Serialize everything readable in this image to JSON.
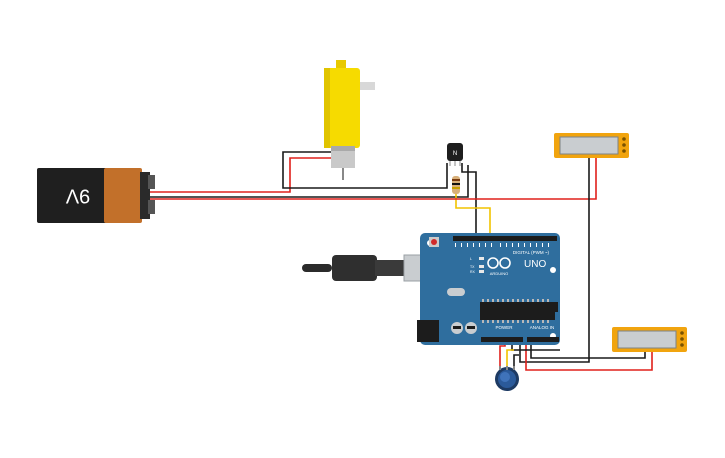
{
  "battery": {
    "label": "9V"
  },
  "arduino": {
    "logo_text": "ARDUINO",
    "model": "UNO",
    "digital_label": "DIGITAL (PWM ~)",
    "power_label": "POWER",
    "analog_label": "ANALOG IN",
    "led_labels": [
      "L",
      "TX",
      "RX"
    ]
  },
  "colors": {
    "wire_red": "#e0201b",
    "wire_black": "#1a1a1a",
    "wire_yellow": "#f2c300",
    "arduino_blue": "#2f6e9e",
    "motor_yellow": "#f6db00",
    "battery_orange": "#c2702a",
    "lcd_orange": "#f1a40e"
  }
}
